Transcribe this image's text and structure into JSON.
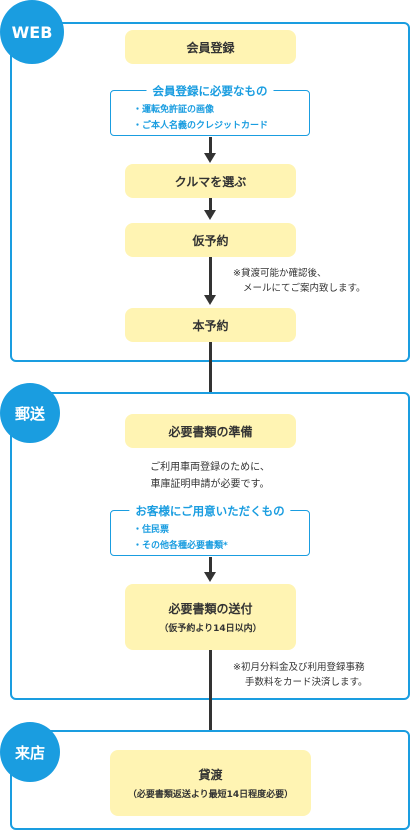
{
  "colors": {
    "accent": "#1a9de0",
    "step_fill": "#fff4b3",
    "arrow": "#333333"
  },
  "web": {
    "badge": "WEB",
    "step1": "会員登録",
    "requirements": {
      "title": "会員登録に必要なもの",
      "items": [
        "・運転免許証の画像",
        "・ご本人名義のクレジットカード"
      ]
    },
    "step2": "クルマを選ぶ",
    "step3": "仮予約",
    "note": [
      "※貸渡可能か確認後、",
      "メールにてご案内致します。"
    ],
    "step4": "本予約"
  },
  "mail": {
    "badge": "郵送",
    "step1": "必要書類の準備",
    "desc": [
      "ご利用車両登録のために、",
      "車庫証明申請が必要です。"
    ],
    "requirements": {
      "title": "お客様にご用意いただくもの",
      "items": [
        "・住民票",
        "・その他各種必要書類*"
      ]
    },
    "step2": "必要書類の送付",
    "step2_sub": "（仮予約より14日以内）",
    "note": [
      "※初月分料金及び利用登録事務",
      "手数料をカード決済します。"
    ]
  },
  "store": {
    "badge": "来店",
    "step1": "貸渡",
    "step1_sub": "（必要書類返送より最短14日程度必要）"
  }
}
